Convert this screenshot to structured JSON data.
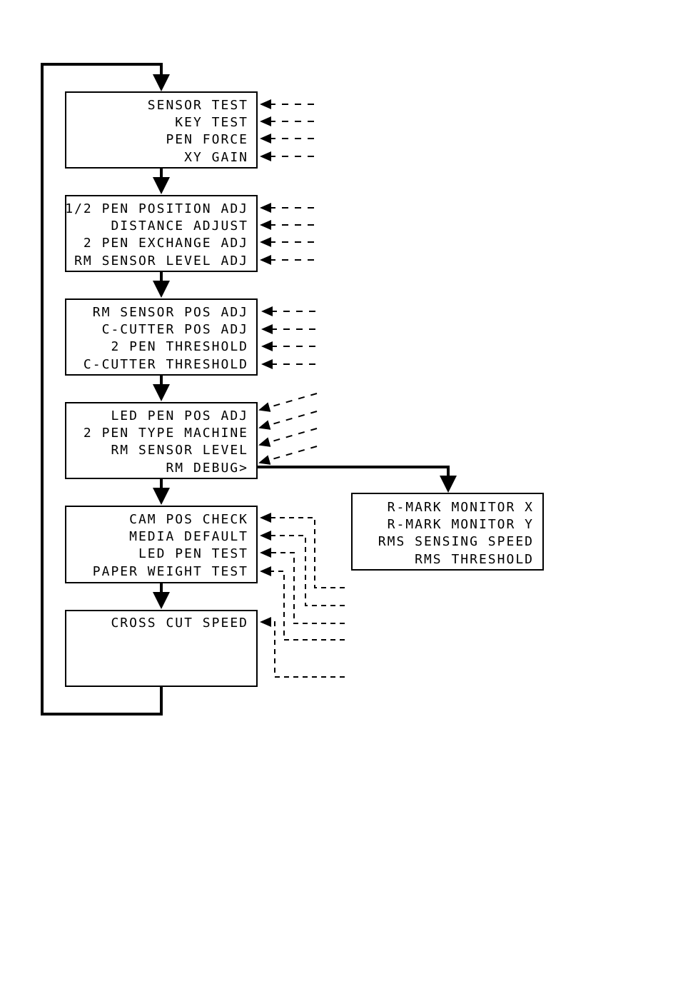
{
  "menu_groups": [
    {
      "lines": [
        "SENSOR TEST",
        "KEY TEST",
        "PEN FORCE",
        "XY GAIN"
      ]
    },
    {
      "lines": [
        "1/2 PEN POSITION ADJ",
        "DISTANCE ADJUST",
        "2 PEN EXCHANGE ADJ",
        "RM SENSOR LEVEL ADJ"
      ]
    },
    {
      "lines": [
        "RM SENSOR POS ADJ",
        "C-CUTTER POS ADJ",
        "2 PEN THRESHOLD",
        "C-CUTTER THRESHOLD"
      ]
    },
    {
      "lines": [
        "LED PEN POS ADJ",
        "2 PEN TYPE MACHINE",
        "RM SENSOR LEVEL",
        "RM DEBUG>"
      ]
    },
    {
      "lines": [
        "CAM POS CHECK",
        "MEDIA DEFAULT",
        "LED PEN TEST",
        "PAPER WEIGHT TEST"
      ]
    },
    {
      "lines": [
        "CROSS CUT SPEED"
      ]
    }
  ],
  "debug_submenu": {
    "lines": [
      "R-MARK MONITOR X",
      "R-MARK MONITOR Y",
      "RMS SENSING SPEED",
      "RMS THRESHOLD"
    ]
  }
}
